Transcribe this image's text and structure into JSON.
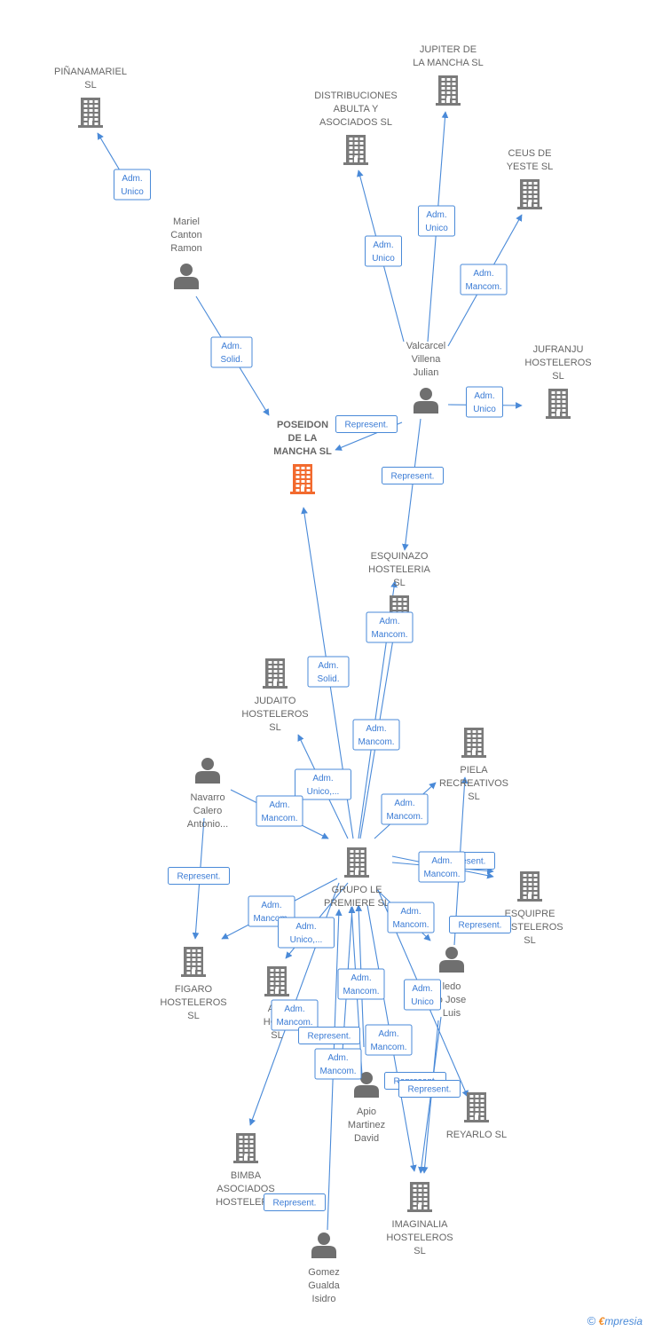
{
  "colors": {
    "company": "#7a7a7a",
    "focus_company": "#f26a2e",
    "person": "#6f6f6f",
    "edge": "#4a8ad8",
    "edge_text": "#3a7bd5",
    "label_text": "#666666"
  },
  "nodes": [
    {
      "id": "pinanamariel",
      "type": "company",
      "label": [
        "PIÑANAMARIEL",
        "SL"
      ]
    },
    {
      "id": "jupiter",
      "type": "company",
      "label": [
        "JUPITER DE",
        "LA MANCHA SL"
      ]
    },
    {
      "id": "distribuciones",
      "type": "company",
      "label": [
        "DISTRIBUCIONES",
        "ABULTA Y",
        "ASOCIADOS SL"
      ]
    },
    {
      "id": "ceus",
      "type": "company",
      "label": [
        "CEUS DE",
        "YESTE SL"
      ]
    },
    {
      "id": "mariel",
      "type": "person",
      "label": [
        "Mariel",
        "Canton",
        "Ramon"
      ]
    },
    {
      "id": "valcarcel",
      "type": "person",
      "label": [
        "Valcarcel",
        "Villena",
        "Julian"
      ]
    },
    {
      "id": "jufranju",
      "type": "company",
      "label": [
        "JUFRANJU",
        "HOSTELEROS",
        "SL"
      ]
    },
    {
      "id": "poseidon",
      "type": "focus",
      "label": [
        "POSEIDON",
        "DE LA",
        "MANCHA  SL"
      ]
    },
    {
      "id": "esquinazo",
      "type": "company",
      "label": [
        "ESQUINAZO",
        "HOSTELERIA",
        "SL"
      ]
    },
    {
      "id": "judaito",
      "type": "company",
      "label": [
        "JUDAITO",
        "HOSTELEROS",
        "SL"
      ]
    },
    {
      "id": "piela",
      "type": "company",
      "label": [
        "PIELA",
        "RECREATIVOS",
        "SL"
      ]
    },
    {
      "id": "navarro",
      "type": "person",
      "label": [
        "Navarro",
        "Calero",
        "Antonio..."
      ]
    },
    {
      "id": "grupo",
      "type": "company",
      "label": [
        "GRUPO LE",
        "PREMIERE  SL"
      ]
    },
    {
      "id": "esquipre",
      "type": "company",
      "label": [
        "ESQUIPRE",
        "HOSTELEROS",
        "SL"
      ]
    },
    {
      "id": "figaro",
      "type": "company",
      "label": [
        "FIGARO",
        "HOSTELEROS",
        "SL"
      ]
    },
    {
      "id": "ava",
      "type": "company",
      "label": [
        "AVA",
        "HOST",
        "SL"
      ]
    },
    {
      "id": "toledo",
      "type": "person",
      "label": [
        "ledo",
        "o Jose",
        "Luis"
      ]
    },
    {
      "id": "apio",
      "type": "person",
      "label": [
        "Apio",
        "Martinez",
        "David"
      ]
    },
    {
      "id": "reyarlo",
      "type": "company",
      "label": [
        "REYARLO  SL"
      ]
    },
    {
      "id": "bimba",
      "type": "company",
      "label": [
        "BIMBA",
        "ASOCIADOS",
        "HOSTELERO"
      ]
    },
    {
      "id": "imaginalia",
      "type": "company",
      "label": [
        "IMAGINALIA",
        "HOSTELEROS",
        "SL"
      ]
    },
    {
      "id": "gomez",
      "type": "person",
      "label": [
        "Gomez",
        "Gualda",
        "Isidro"
      ]
    }
  ],
  "edges": [
    {
      "from": "mariel",
      "to": "pinanamariel",
      "label": [
        "Adm.",
        "Unico"
      ]
    },
    {
      "from": "mariel",
      "to": "poseidon",
      "label": [
        "Adm.",
        "Solid."
      ]
    },
    {
      "from": "valcarcel",
      "to": "distribuciones",
      "label": [
        "Adm.",
        "Unico"
      ]
    },
    {
      "from": "valcarcel",
      "to": "jupiter",
      "label": [
        "Adm.",
        "Unico"
      ]
    },
    {
      "from": "valcarcel",
      "to": "ceus",
      "label": [
        "Adm.",
        "Mancom."
      ]
    },
    {
      "from": "valcarcel",
      "to": "jufranju",
      "label": [
        "Adm.",
        "Unico"
      ]
    },
    {
      "from": "valcarcel",
      "to": "poseidon",
      "label": [
        "Represent."
      ]
    },
    {
      "from": "valcarcel",
      "to": "esquinazo",
      "label": [
        "Represent."
      ]
    },
    {
      "from": "grupo",
      "to": "esquinazo",
      "label": [
        "Adm.",
        "Mancom."
      ]
    },
    {
      "from": "grupo",
      "to": "poseidon",
      "label": [
        "Adm.",
        "Solid."
      ]
    },
    {
      "from": "grupo",
      "to": "esquinazo",
      "label": [
        "Adm.",
        "Mancom."
      ]
    },
    {
      "from": "grupo",
      "to": "judaito",
      "label": [
        "Adm.",
        "Unico,..."
      ]
    },
    {
      "from": "navarro",
      "to": "grupo",
      "label": [
        "Adm.",
        "Mancom."
      ]
    },
    {
      "from": "grupo",
      "to": "piela",
      "label": [
        "Adm.",
        "Mancom."
      ]
    },
    {
      "from": "grupo",
      "to": "esquipre",
      "label": [
        "Represent."
      ]
    },
    {
      "from": "grupo",
      "to": "esquipre",
      "label": [
        "Adm.",
        "Mancom."
      ]
    },
    {
      "from": "navarro",
      "to": "figaro",
      "label": [
        "Represent."
      ]
    },
    {
      "from": "grupo",
      "to": "figaro",
      "label": [
        "Adm.",
        "Mancom."
      ]
    },
    {
      "from": "grupo",
      "to": "ava",
      "label": [
        "Adm.",
        "Unico,..."
      ]
    },
    {
      "from": "grupo",
      "to": "imaginalia",
      "label": [
        "Adm.",
        "Mancom."
      ]
    },
    {
      "from": "toledo",
      "to": "piela",
      "label": [
        "Represent."
      ]
    },
    {
      "from": "grupo",
      "to": "reyarlo",
      "label": [
        "Adm.",
        "Unico"
      ]
    },
    {
      "from": "grupo",
      "to": "bimba",
      "label": [
        "Adm.",
        "Mancom."
      ]
    },
    {
      "from": "apio",
      "to": "grupo",
      "label": [
        "Adm.",
        "Mancom."
      ]
    },
    {
      "from": "apio",
      "to": "grupo",
      "label": [
        "Represent."
      ]
    },
    {
      "from": "grupo",
      "to": "imaginalia",
      "label": [
        "Adm.",
        "Mancom."
      ]
    },
    {
      "from": "gomez",
      "to": "grupo",
      "label": [
        "Adm.",
        "Mancom."
      ]
    },
    {
      "from": "toledo",
      "to": "reyarlo",
      "label": [
        "Represent."
      ]
    },
    {
      "from": "toledo",
      "to": "imaginalia",
      "label": [
        "Represent."
      ]
    },
    {
      "from": "gomez",
      "to": "bimba",
      "label": [
        "Represent."
      ]
    }
  ],
  "watermark": {
    "symbol": "©",
    "brand_initial": "€",
    "brand_rest": "mpresia"
  }
}
